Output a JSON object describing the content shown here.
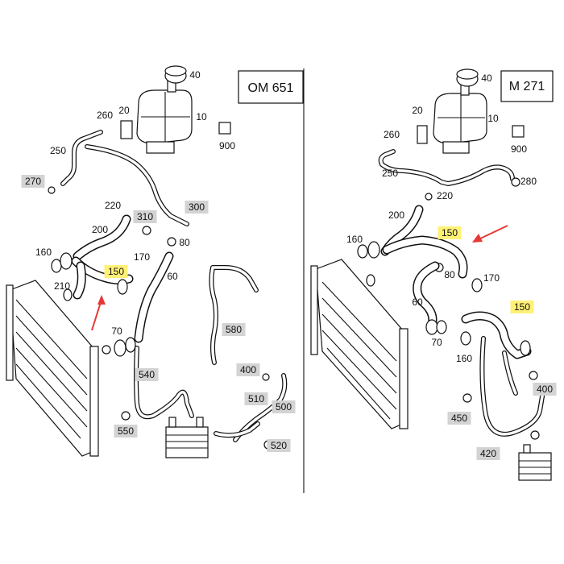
{
  "panels": [
    {
      "engine": "OM 651",
      "labels": [
        {
          "text": "40",
          "hl": "none"
        },
        {
          "text": "20",
          "hl": "none"
        },
        {
          "text": "260",
          "hl": "none"
        },
        {
          "text": "10",
          "hl": "none"
        },
        {
          "text": "900",
          "hl": "none"
        },
        {
          "text": "250",
          "hl": "none"
        },
        {
          "text": "270",
          "hl": "gray"
        },
        {
          "text": "220",
          "hl": "none"
        },
        {
          "text": "310",
          "hl": "gray"
        },
        {
          "text": "300",
          "hl": "gray"
        },
        {
          "text": "80",
          "hl": "none"
        },
        {
          "text": "200",
          "hl": "none"
        },
        {
          "text": "160",
          "hl": "none"
        },
        {
          "text": "150",
          "hl": "yellow"
        },
        {
          "text": "170",
          "hl": "none"
        },
        {
          "text": "60",
          "hl": "none"
        },
        {
          "text": "210",
          "hl": "none"
        },
        {
          "text": "70",
          "hl": "none"
        },
        {
          "text": "580",
          "hl": "gray"
        },
        {
          "text": "540",
          "hl": "gray"
        },
        {
          "text": "400",
          "hl": "gray"
        },
        {
          "text": "510",
          "hl": "gray"
        },
        {
          "text": "500",
          "hl": "gray"
        },
        {
          "text": "550",
          "hl": "gray"
        },
        {
          "text": "520",
          "hl": "gray"
        }
      ]
    },
    {
      "engine": "M 271",
      "labels": [
        {
          "text": "40",
          "hl": "none"
        },
        {
          "text": "20",
          "hl": "none"
        },
        {
          "text": "260",
          "hl": "none"
        },
        {
          "text": "10",
          "hl": "none"
        },
        {
          "text": "900",
          "hl": "none"
        },
        {
          "text": "250",
          "hl": "none"
        },
        {
          "text": "280",
          "hl": "none"
        },
        {
          "text": "220",
          "hl": "none"
        },
        {
          "text": "200",
          "hl": "none"
        },
        {
          "text": "150",
          "hl": "yellow"
        },
        {
          "text": "160",
          "hl": "none"
        },
        {
          "text": "80",
          "hl": "none"
        },
        {
          "text": "170",
          "hl": "none"
        },
        {
          "text": "60",
          "hl": "none"
        },
        {
          "text": "150",
          "hl": "yellow"
        },
        {
          "text": "70",
          "hl": "none"
        },
        {
          "text": "160",
          "hl": "none"
        },
        {
          "text": "400",
          "hl": "gray"
        },
        {
          "text": "450",
          "hl": "gray"
        },
        {
          "text": "420",
          "hl": "gray"
        }
      ]
    }
  ],
  "colors": {
    "highlight": "#fff176",
    "gray_box": "#d3d3d3",
    "arrow": "#e53935",
    "ink": "#111111"
  }
}
